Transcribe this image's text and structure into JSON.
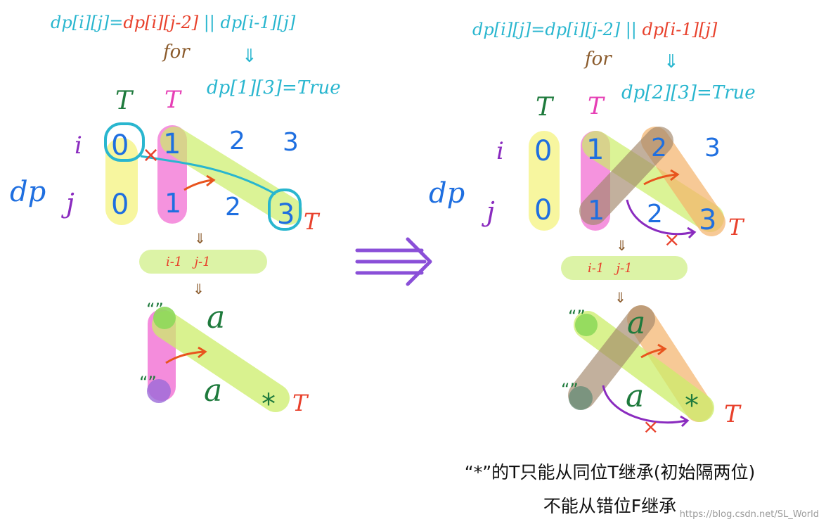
{
  "left": {
    "formula": {
      "p1": "dp[i][j]=",
      "p2": "dp[i][j-2]",
      "p3": " || ",
      "p4": "dp[i-1][j]"
    },
    "for_label": "for",
    "down_arrow": "⇓",
    "result": "dp[1][3]=True",
    "dp_label": "dp",
    "i_label": "i",
    "j_label": "j",
    "top_marks": [
      "T",
      "T"
    ],
    "i_row": [
      "0",
      "1",
      "2",
      "3"
    ],
    "j_row": [
      "0",
      "1",
      "2",
      "3"
    ],
    "x_mark": "×",
    "t_mark": "T",
    "mini_down": "⇓",
    "pill_text": "i-1   j-1",
    "pattern_quote_top": "“”",
    "pattern_quote_bottom": "“”",
    "pattern_a_top": "a",
    "pattern_a_bottom": "a",
    "pattern_star": "*",
    "pattern_t": "T"
  },
  "right": {
    "formula": {
      "p1": "dp[i][j]=",
      "p2": "dp[i][j-2]",
      "p3": " || ",
      "p4": "dp[i-1][j]"
    },
    "for_label": "for",
    "down_arrow": "⇓",
    "result": "dp[2][3]=True",
    "dp_label": "dp",
    "i_label": "i",
    "j_label": "j",
    "top_marks": [
      "T",
      "T"
    ],
    "i_row": [
      "0",
      "1",
      "2",
      "3"
    ],
    "j_row": [
      "0",
      "1",
      "2",
      "3"
    ],
    "x_mark": "×",
    "t_mark": "T",
    "mini_down": "⇓",
    "pill_text": "i-1   j-1",
    "pattern_quote_top": "“”",
    "pattern_quote_bottom": "“”",
    "pattern_a_top": "a",
    "pattern_a_bottom": "a",
    "pattern_star": "*",
    "pattern_t": "T",
    "pattern_x": "×"
  },
  "big_arrow": "⟹",
  "caption_line1": "“*”的T只能从同位T继承(初始隔两位)",
  "caption_line2": "不能从错位F继承",
  "watermark": "https://blog.csdn.net/SL_World",
  "colors": {
    "cyan": "#29b6cf",
    "red": "#e8412c",
    "blue": "#1f6fe0",
    "purple": "#8a2bbf",
    "green": "#1e7a3c",
    "magenta": "#e63fb5",
    "brown": "#8a5a2b",
    "orange": "#e8541e"
  }
}
